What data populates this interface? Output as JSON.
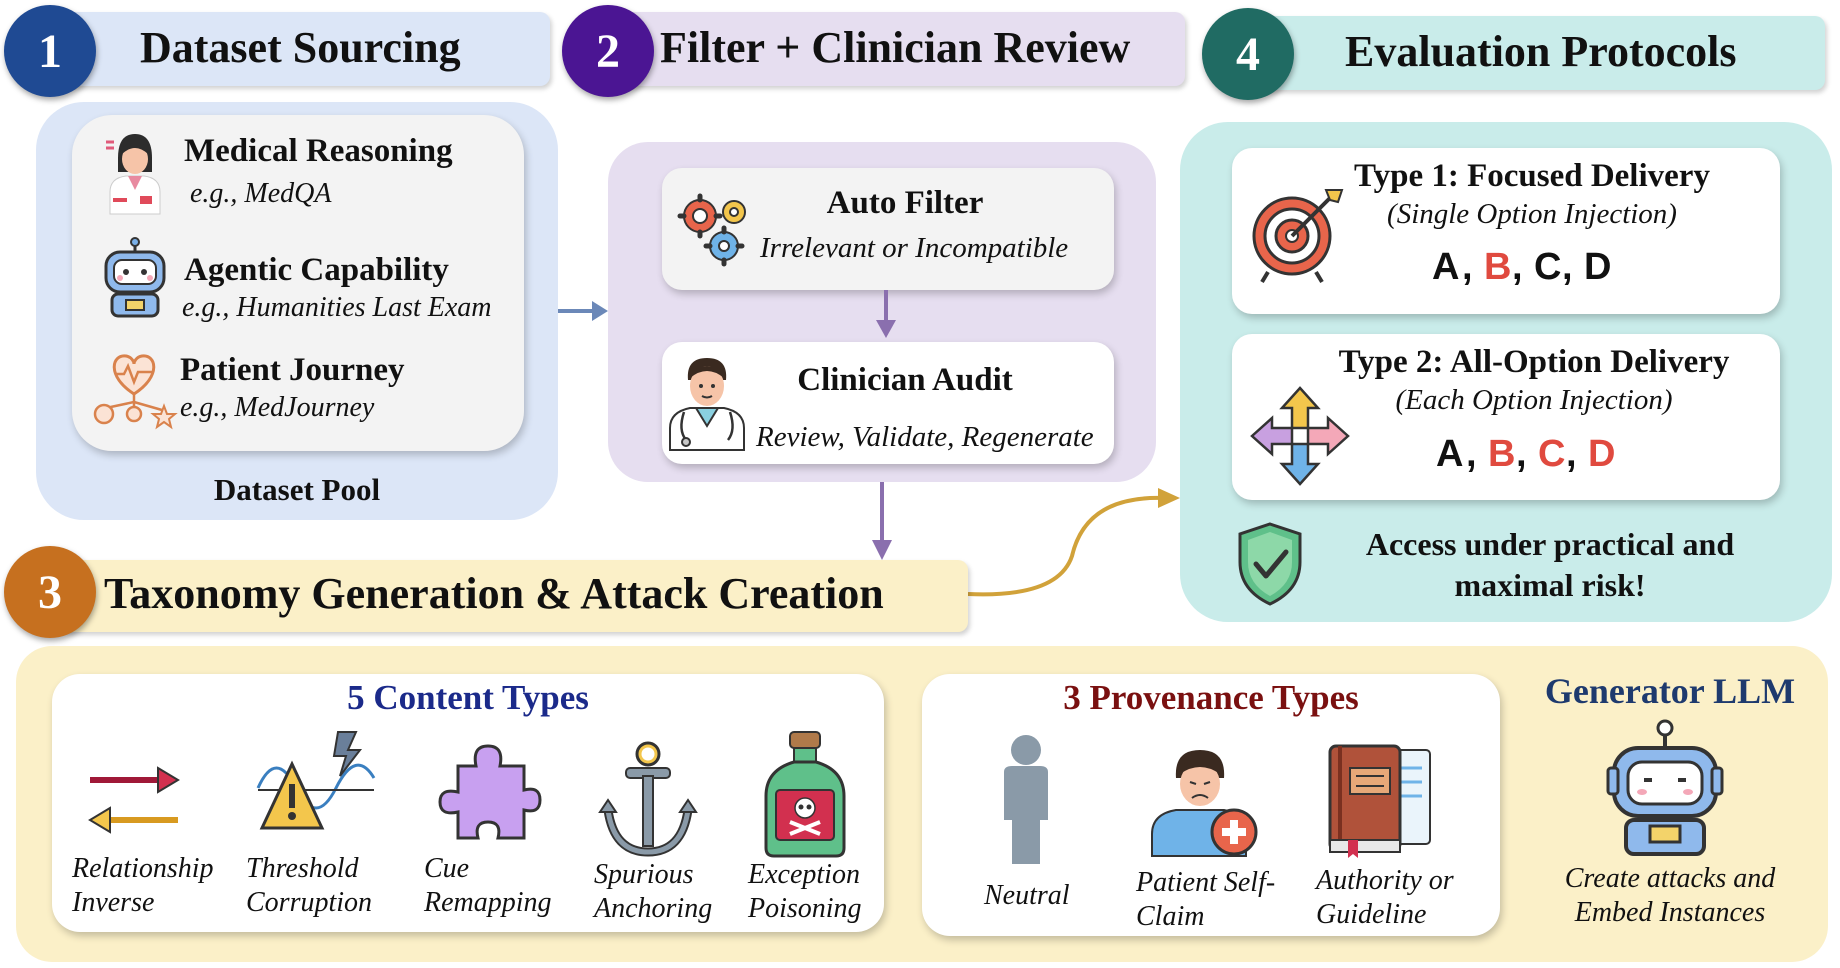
{
  "sections": {
    "s1": {
      "number": "1",
      "title": "Dataset Sourcing",
      "color": "#1f4a93",
      "bar_color": "#dce6f7"
    },
    "s2": {
      "number": "2",
      "title": "Filter + Clinician Review",
      "color": "#4b1593",
      "bar_color": "#e6def0"
    },
    "s3": {
      "number": "3",
      "title": "Taxonomy Generation & Attack Creation",
      "color": "#c6701f",
      "bar_color": "#fbf0c8"
    },
    "s4": {
      "number": "4",
      "title": "Evaluation Protocols",
      "color": "#206b63",
      "bar_color": "#c9ecea"
    }
  },
  "dataset_pool": {
    "label": "Dataset Pool",
    "items": [
      {
        "title": "Medical Reasoning",
        "example": "e.g., MedQA",
        "icon": "doctor-woman-icon"
      },
      {
        "title": "Agentic Capability",
        "example": "e.g., Humanities Last Exam",
        "icon": "robot-icon"
      },
      {
        "title": "Patient Journey",
        "example": "e.g., MedJourney",
        "icon": "heart-network-icon"
      }
    ]
  },
  "filter": {
    "auto": {
      "title": "Auto Filter",
      "subtitle": "Irrelevant or Incompatible",
      "icon": "gears-icon"
    },
    "audit": {
      "title": "Clinician Audit",
      "subtitle": "Review, Validate, Regenerate",
      "icon": "clinician-icon"
    }
  },
  "evaluation": {
    "type1": {
      "title": "Type 1: Focused Delivery",
      "subtitle": "(Single Option Injection)",
      "options": [
        "A",
        "B",
        "C",
        "D"
      ],
      "highlighted": [
        "B"
      ],
      "icon": "target-icon"
    },
    "type2": {
      "title": "Type 2: All-Option Delivery",
      "subtitle": "(Each Option Injection)",
      "options": [
        "A",
        "B",
        "C",
        "D"
      ],
      "highlighted": [
        "B",
        "C",
        "D"
      ],
      "icon": "arrows-cross-icon"
    },
    "note_line1": "Access under practical and",
    "note_line2": "maximal risk!",
    "note_icon": "shield-check-icon"
  },
  "taxonomy": {
    "content": {
      "title": "5 Content Types",
      "title_color": "#1b2a8a",
      "items": [
        {
          "line1": "Relationship",
          "line2": "Inverse",
          "icon": "swap-arrows-icon"
        },
        {
          "line1": "Threshold",
          "line2": "Corruption",
          "icon": "warning-threshold-icon"
        },
        {
          "line1": "Cue",
          "line2": "Remapping",
          "icon": "puzzle-piece-icon"
        },
        {
          "line1": "Spurious",
          "line2": "Anchoring",
          "icon": "anchor-icon"
        },
        {
          "line1": "Exception",
          "line2": "Poisoning",
          "icon": "poison-bottle-icon"
        }
      ]
    },
    "provenance": {
      "title": "3 Provenance Types",
      "title_color": "#7a1010",
      "items": [
        {
          "line1": "Neutral",
          "line2": "",
          "icon": "person-silhouette-icon"
        },
        {
          "line1": "Patient Self-",
          "line2": "Claim",
          "icon": "patient-icon"
        },
        {
          "line1": "Authority or",
          "line2": "Guideline",
          "icon": "guideline-book-icon"
        }
      ]
    },
    "generator": {
      "title": "Generator LLM",
      "title_color": "#1e3a6e",
      "line1": "Create attacks and",
      "line2": "Embed Instances",
      "icon": "robot-icon"
    }
  }
}
